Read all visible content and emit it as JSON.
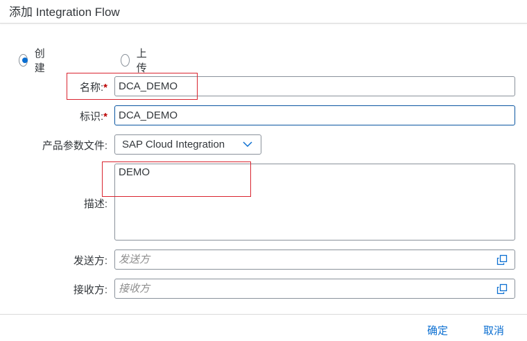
{
  "dialog": {
    "title": "添加 Integration Flow"
  },
  "mode": {
    "options": [
      {
        "label": "创建",
        "checked": true
      },
      {
        "label": "上传",
        "checked": false
      }
    ]
  },
  "form": {
    "name": {
      "label": "名称:",
      "required": "*",
      "value": "DCA_DEMO"
    },
    "id": {
      "label": "标识:",
      "required": "*",
      "value": "DCA_DEMO"
    },
    "profile": {
      "label": "产品参数文件:",
      "value": "SAP Cloud Integration"
    },
    "description": {
      "label": "描述:",
      "value": "DEMO"
    },
    "sender": {
      "label": "发送方:",
      "placeholder": "发送方",
      "icon": "value-help-icon"
    },
    "receiver": {
      "label": "接收方:",
      "placeholder": "接收方",
      "icon": "value-help-icon"
    }
  },
  "footer": {
    "ok_label": "确定",
    "cancel_label": "取消"
  },
  "colors": {
    "accent": "#0a6ed1",
    "required": "#bb0000",
    "annotation": "#d9232e"
  }
}
